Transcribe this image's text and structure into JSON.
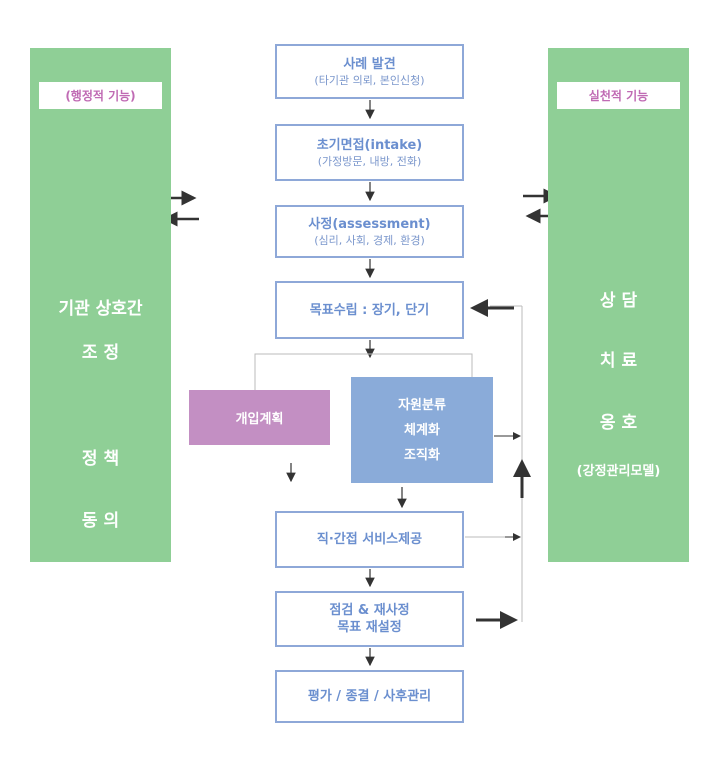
{
  "left_panel": {
    "tag": "(행정적 기능)",
    "line1": "기관 상호간",
    "line2": "조 정",
    "line3": "정 책",
    "line4": "동 의"
  },
  "right_panel": {
    "tag": "실천적 기능",
    "line1": "상 담",
    "line2": "치 료",
    "line3": "옹 호",
    "line4": "(강정관리모델)"
  },
  "flow": {
    "case_discovery": {
      "title": "사례 발견",
      "sub": "(타기관 의뢰, 본인신청)"
    },
    "intake": {
      "title": "초기면접(intake)",
      "sub": "(가정방문, 내방, 전화)"
    },
    "assessment": {
      "title": "사정(assessment)",
      "sub": "(심리, 사회, 경제, 환경)"
    },
    "goal_setting": {
      "title": "목표수립 : 장기, 단기"
    },
    "intervention_plan": {
      "title": "개입계획"
    },
    "resources": {
      "line1": "자원분류",
      "line2": "체계화",
      "line3": "조직화"
    },
    "service": {
      "title": "직·간접 서비스제공"
    },
    "reassessment": {
      "line1": "점검 & 재사정",
      "line2": "목표 재설정"
    },
    "evaluation": {
      "title": "평가 / 종결 / 사후관리"
    }
  },
  "colors": {
    "panel_green": "#8fcf96",
    "box_border": "#8ea8d8",
    "box_text": "#6b8fcf",
    "intervention_purple": "#c38fc3",
    "resources_blue": "#8aabd9",
    "tag_pink": "#c06bb4",
    "arrow": "#333333",
    "thin_line": "#bbbbbb"
  }
}
